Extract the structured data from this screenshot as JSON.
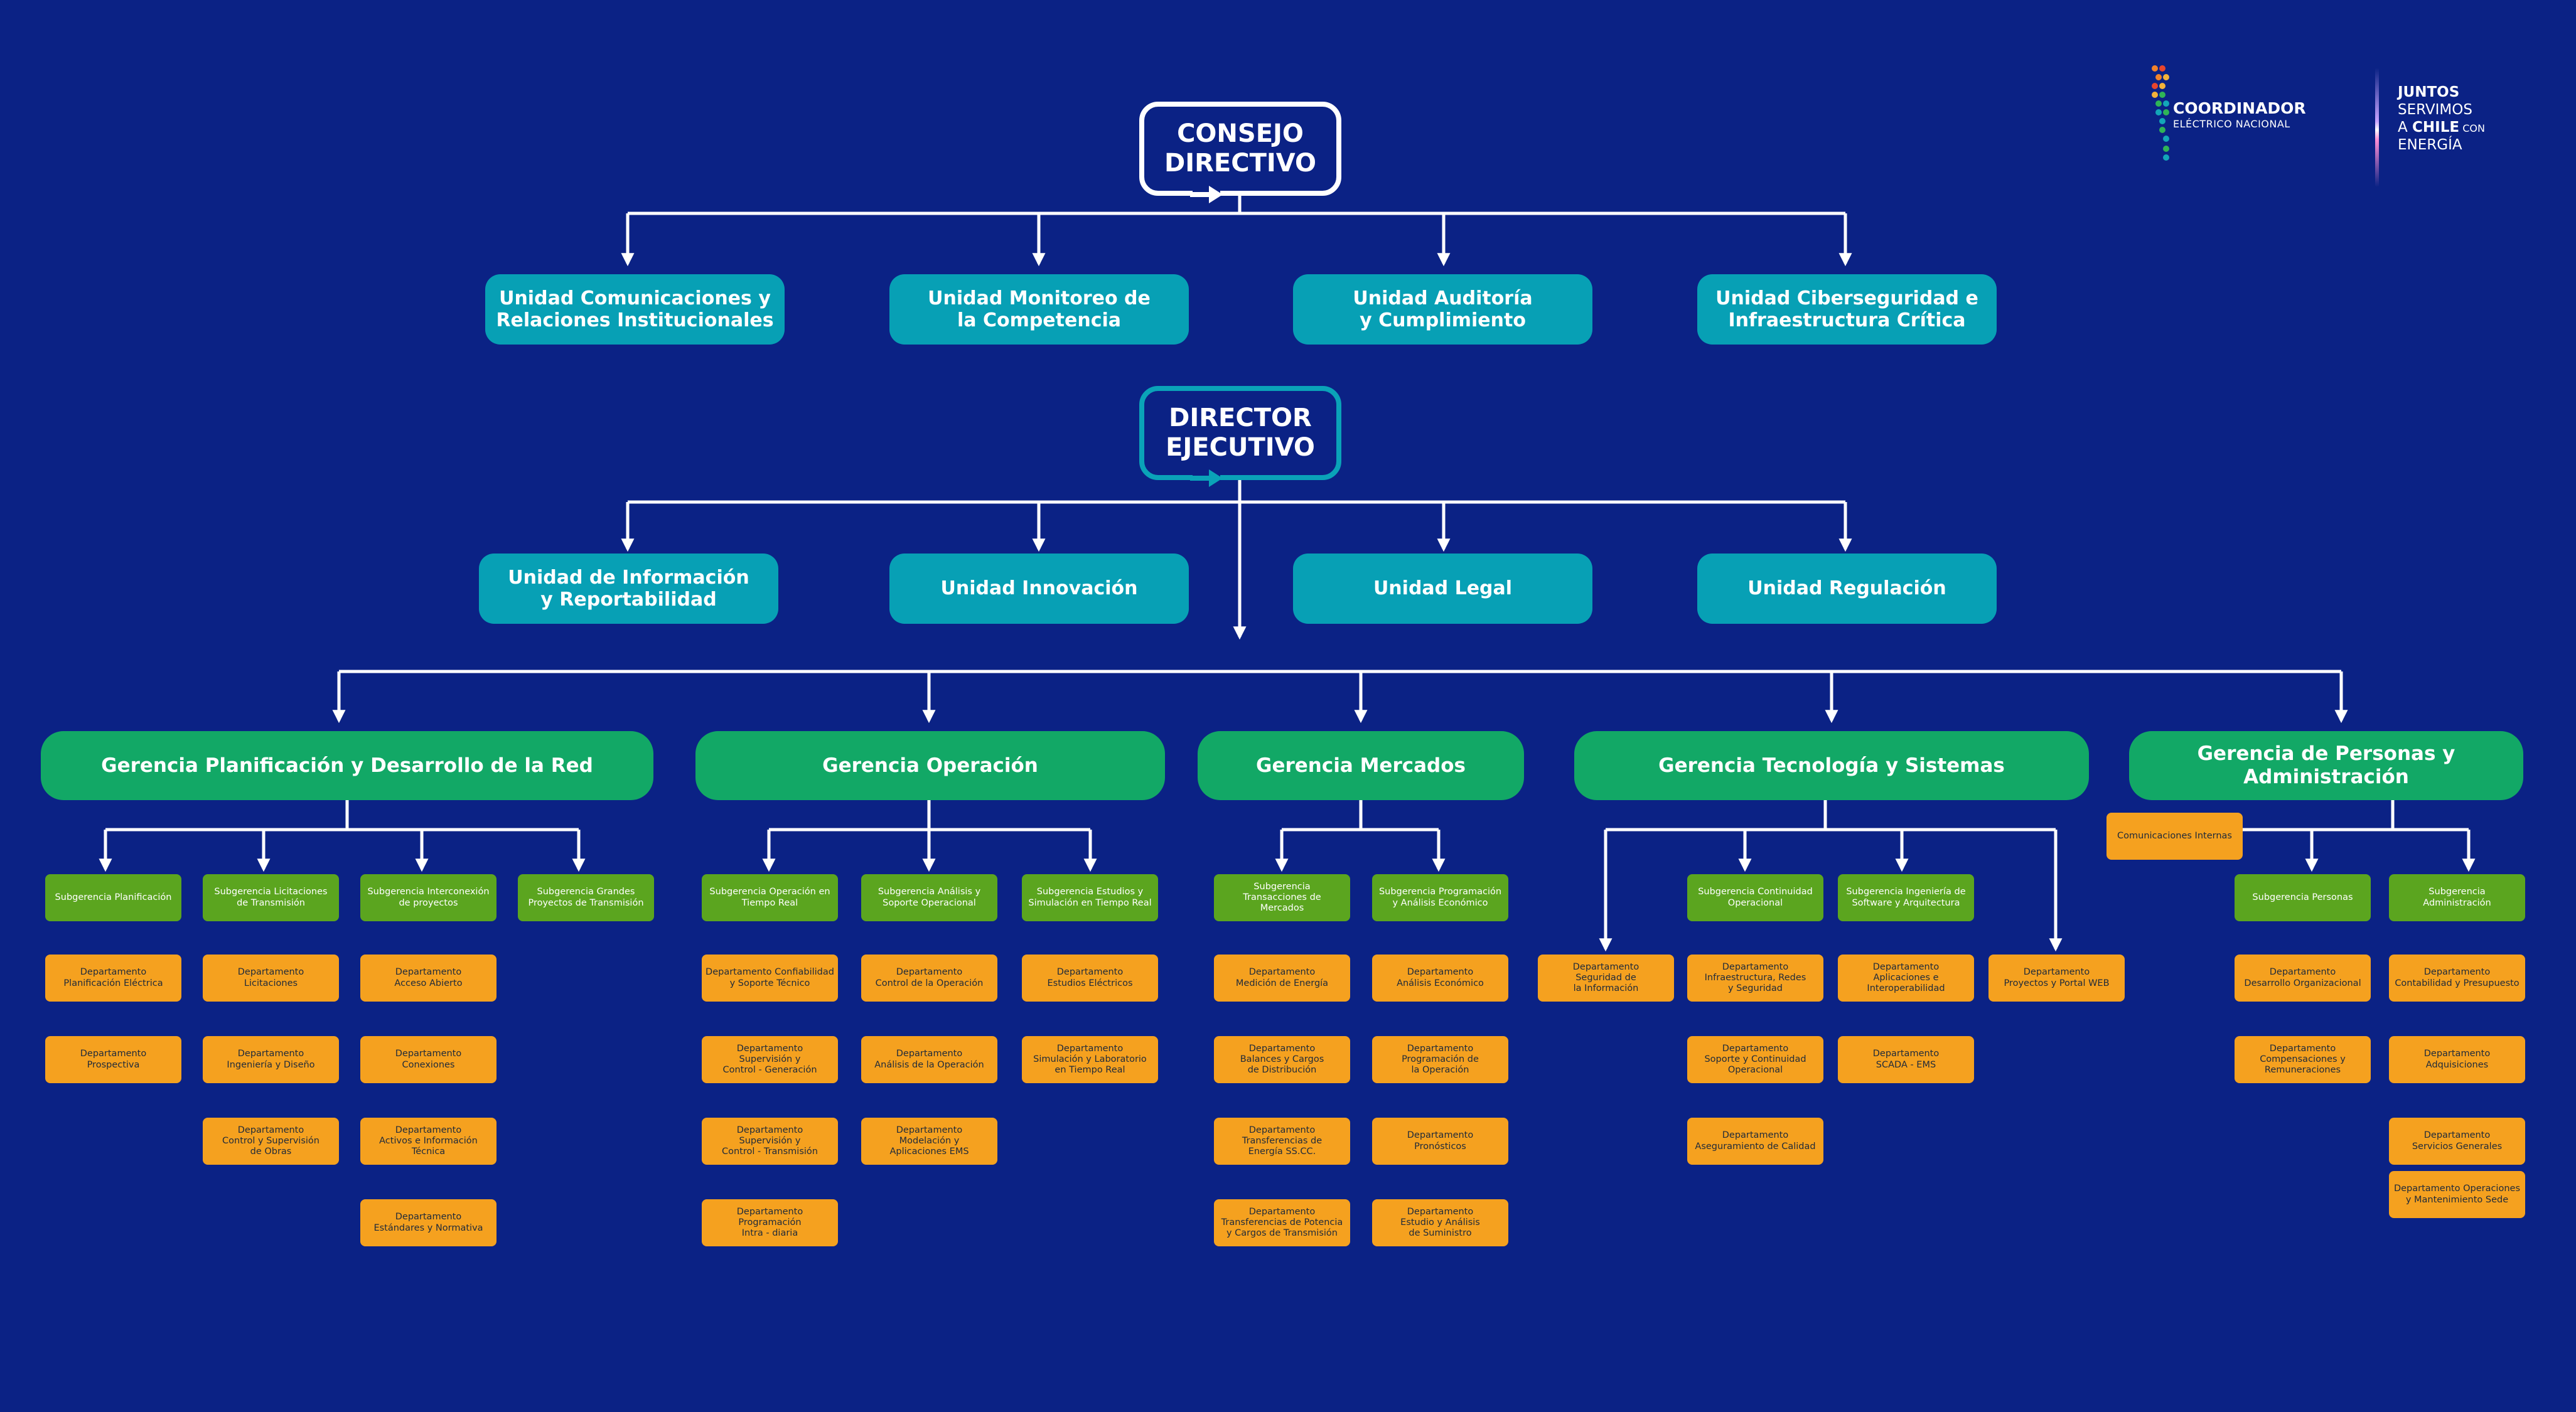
{
  "colors": {
    "background": "#0b2285",
    "unit": "#07a0b5",
    "gerencia": "#12a866",
    "subgerencia": "#5ba51f",
    "departamento": "#f5a11f",
    "executive_border": "#0aa3b8",
    "connector": "#ffffff"
  },
  "logos": {
    "coordinador_line1": "COORDINADOR",
    "coordinador_line2": "ELÉCTRICO NACIONAL",
    "tagline_1": "JUNTOS",
    "tagline_2": "SERVIMOS",
    "tagline_3a": "A ",
    "tagline_3b": "CHILE",
    "tagline_3c": " CON",
    "tagline_4": "ENERGÍA"
  },
  "consejo": "CONSEJO\nDIRECTIVO",
  "director": "DIRECTOR\nEJECUTIVO",
  "consejo_units": [
    "Unidad Comunicaciones y\nRelaciones Institucionales",
    "Unidad Monitoreo de\nla Competencia",
    "Unidad Auditoría\ny Cumplimiento",
    "Unidad Ciberseguridad e\nInfraestructura Crítica"
  ],
  "director_units": [
    "Unidad de Información\ny Reportabilidad",
    "Unidad  Innovación",
    "Unidad  Legal",
    "Unidad  Regulación"
  ],
  "gerencias": [
    "Gerencia Planificación y Desarrollo de la Red",
    "Gerencia Operación",
    "Gerencia Mercados",
    "Gerencia Tecnología y Sistemas",
    "Gerencia de Personas y Administración"
  ],
  "planificacion": {
    "sub_planificacion": "Subgerencia Planificación",
    "sub_licitaciones": "Subgerencia Licitaciones\nde Transmisión",
    "sub_interconexion": "Subgerencia Interconexión\nde proyectos",
    "sub_grandes": "Subgerencia Grandes\nProyectos de Transmisión",
    "dep_plan_electrica": "Departamento\nPlanificación Eléctrica",
    "dep_prospectiva": "Departamento\nProspectiva",
    "dep_licitaciones": "Departamento\nLicitaciones",
    "dep_ingenieria": "Departamento\nIngeniería y Diseño",
    "dep_control_obras": "Departamento\nControl y Supervisión\nde Obras",
    "dep_acceso": "Departamento\nAcceso Abierto",
    "dep_conexiones": "Departamento\nConexiones",
    "dep_activos": "Departamento\nActivos e Información\nTécnica",
    "dep_estandares": "Departamento\nEstándares y Normativa"
  },
  "operacion": {
    "sub_tiempo_real": "Subgerencia Operación en\nTiempo Real",
    "sub_analisis": "Subgerencia Análisis y\nSoporte Operacional",
    "sub_estudios": "Subgerencia Estudios y\nSimulación en Tiempo Real",
    "dep_confiabilidad": "Departamento Confiabilidad\ny Soporte Técnico",
    "dep_sup_generacion": "Departamento\nSupervisión y\nControl - Generación",
    "dep_sup_transmision": "Departamento\nSupervisión y\nControl - Transmisión",
    "dep_prog_intra": "Departamento\nProgramación\nIntra - diaria",
    "dep_control_op": "Departamento\nControl de la Operación",
    "dep_analisis_op": "Departamento\nAnálisis de la Operación",
    "dep_modelacion": "Departamento\nModelación y\nAplicaciones EMS",
    "dep_estudios_elec": "Departamento\nEstudios Eléctricos",
    "dep_simulacion": "Departamento\nSimulación y Laboratorio\nen Tiempo Real"
  },
  "mercados": {
    "sub_transacciones": "Subgerencia\nTransacciones de\nMercados",
    "sub_programacion": "Subgerencia Programación\ny Análisis Económico",
    "dep_medicion": "Departamento\nMedición de Energía",
    "dep_balances": "Departamento\nBalances y Cargos\nde Distribución",
    "dep_transf_energia": "Departamento\nTransferencias de\nEnergía SS.CC.",
    "dep_transf_potencia": "Departamento\nTransferencias de Potencia\ny Cargos de Transmisión",
    "dep_analisis_econ": "Departamento\nAnálisis Económico",
    "dep_prog_operacion": "Departamento\nProgramación de\nla Operación",
    "dep_pronosticos": "Departamento\nPronósticos",
    "dep_estudio_suministro": "Departamento\nEstudio y Análisis\nde Suministro"
  },
  "tecnologia": {
    "dep_seguridad_info": "Departamento\nSeguridad de\nla Información",
    "sub_continuidad": "Subgerencia Continuidad\nOperacional",
    "sub_software": "Subgerencia Ingeniería de\nSoftware y Arquitectura",
    "dep_proyectos_web": "Departamento\nProyectos y Portal WEB",
    "dep_infraestructura": "Departamento\nInfraestructura, Redes\ny Seguridad",
    "dep_soporte": "Departamento\nSoporte y Continuidad\nOperacional",
    "dep_calidad": "Departamento\nAseguramiento de Calidad",
    "dep_aplicaciones": "Departamento\nAplicaciones e\nInteroperabilidad",
    "dep_scada": "Departamento\nSCADA - EMS"
  },
  "personas": {
    "comunicaciones_internas": "Comunicaciones Internas",
    "sub_personas": "Subgerencia Personas",
    "sub_administracion": "Subgerencia\nAdministración",
    "dep_desarrollo_org": "Departamento\nDesarrollo Organizacional",
    "dep_compensaciones": "Departamento\nCompensaciones y\nRemuneraciones",
    "dep_contabilidad": "Departamento\nContabilidad y Presupuesto",
    "dep_adquisiciones": "Departamento\nAdquisiciones",
    "dep_servicios": "Departamento\nServicios Generales",
    "dep_operaciones_sede": "Departamento Operaciones\ny Mantenimiento Sede"
  }
}
